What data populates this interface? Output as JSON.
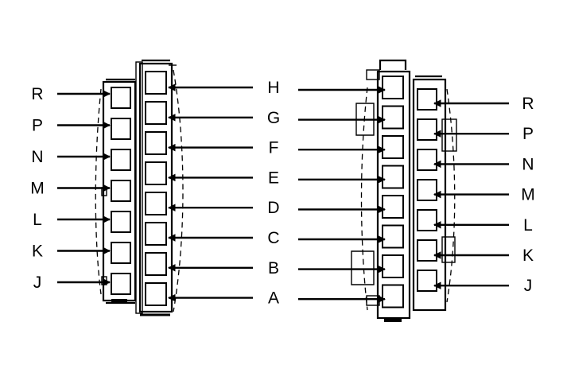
{
  "connectors": {
    "left": {
      "outer_row_labels": [
        "R",
        "P",
        "N",
        "M",
        "L",
        "K",
        "J"
      ],
      "inner_row_labels": [
        "H",
        "G",
        "F",
        "E",
        "D",
        "C",
        "B",
        "A"
      ]
    },
    "right": {
      "inner_row_labels": [
        "H",
        "G",
        "F",
        "E",
        "D",
        "C",
        "B",
        "A"
      ],
      "outer_row_labels": [
        "R",
        "P",
        "N",
        "M",
        "L",
        "K",
        "J"
      ]
    }
  },
  "colors": {
    "ink": "#000000",
    "background": "#ffffff"
  }
}
